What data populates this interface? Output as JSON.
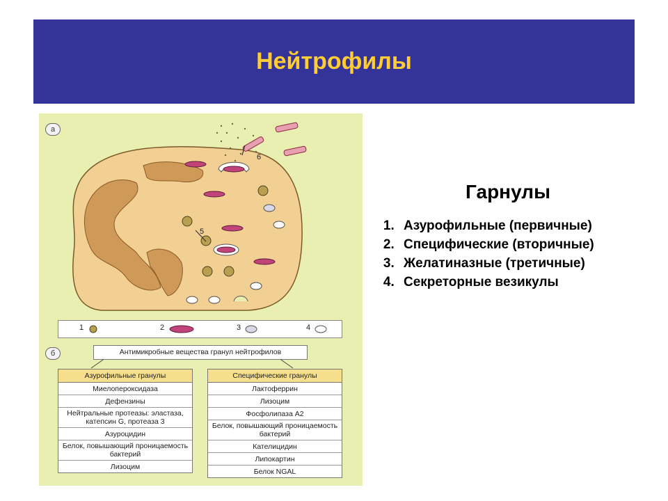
{
  "slide": {
    "title": "Нейтрофилы",
    "accent_color": "#333399",
    "title_color": "#ffcc33"
  },
  "figure": {
    "panel_a_label": "а",
    "panel_b_label": "б",
    "callouts": [
      "5",
      "6"
    ],
    "legend": [
      "1",
      "2",
      "3",
      "4"
    ],
    "antimicrobial_header": "Антимикробные вещества гранул нейтрофилов",
    "azurophil": {
      "header": "Азурофильные гранулы",
      "rows": [
        "Миелопероксидаза",
        "Дефензины",
        "Нейтральные протеазы: эластаза, катепсин G, протеаза 3",
        "Азуроцидин",
        "Белок, повышающий проницаемость бактерий",
        "Лизоцим"
      ]
    },
    "specific": {
      "header": "Специфические гранулы",
      "rows": [
        "Лактоферрин",
        "Лизоцим",
        "Фосфолипаза А2",
        "Белок, повышающий проницаемость бактерий",
        "Кателицидин",
        "Липокартин",
        "Белок NGAL"
      ]
    }
  },
  "granules": {
    "heading": "Гарнулы",
    "items": [
      "Азурофильные (первичные)",
      "Специфические (вторичные)",
      "Желатиназные (третичные)",
      "Секреторные везикулы"
    ]
  }
}
